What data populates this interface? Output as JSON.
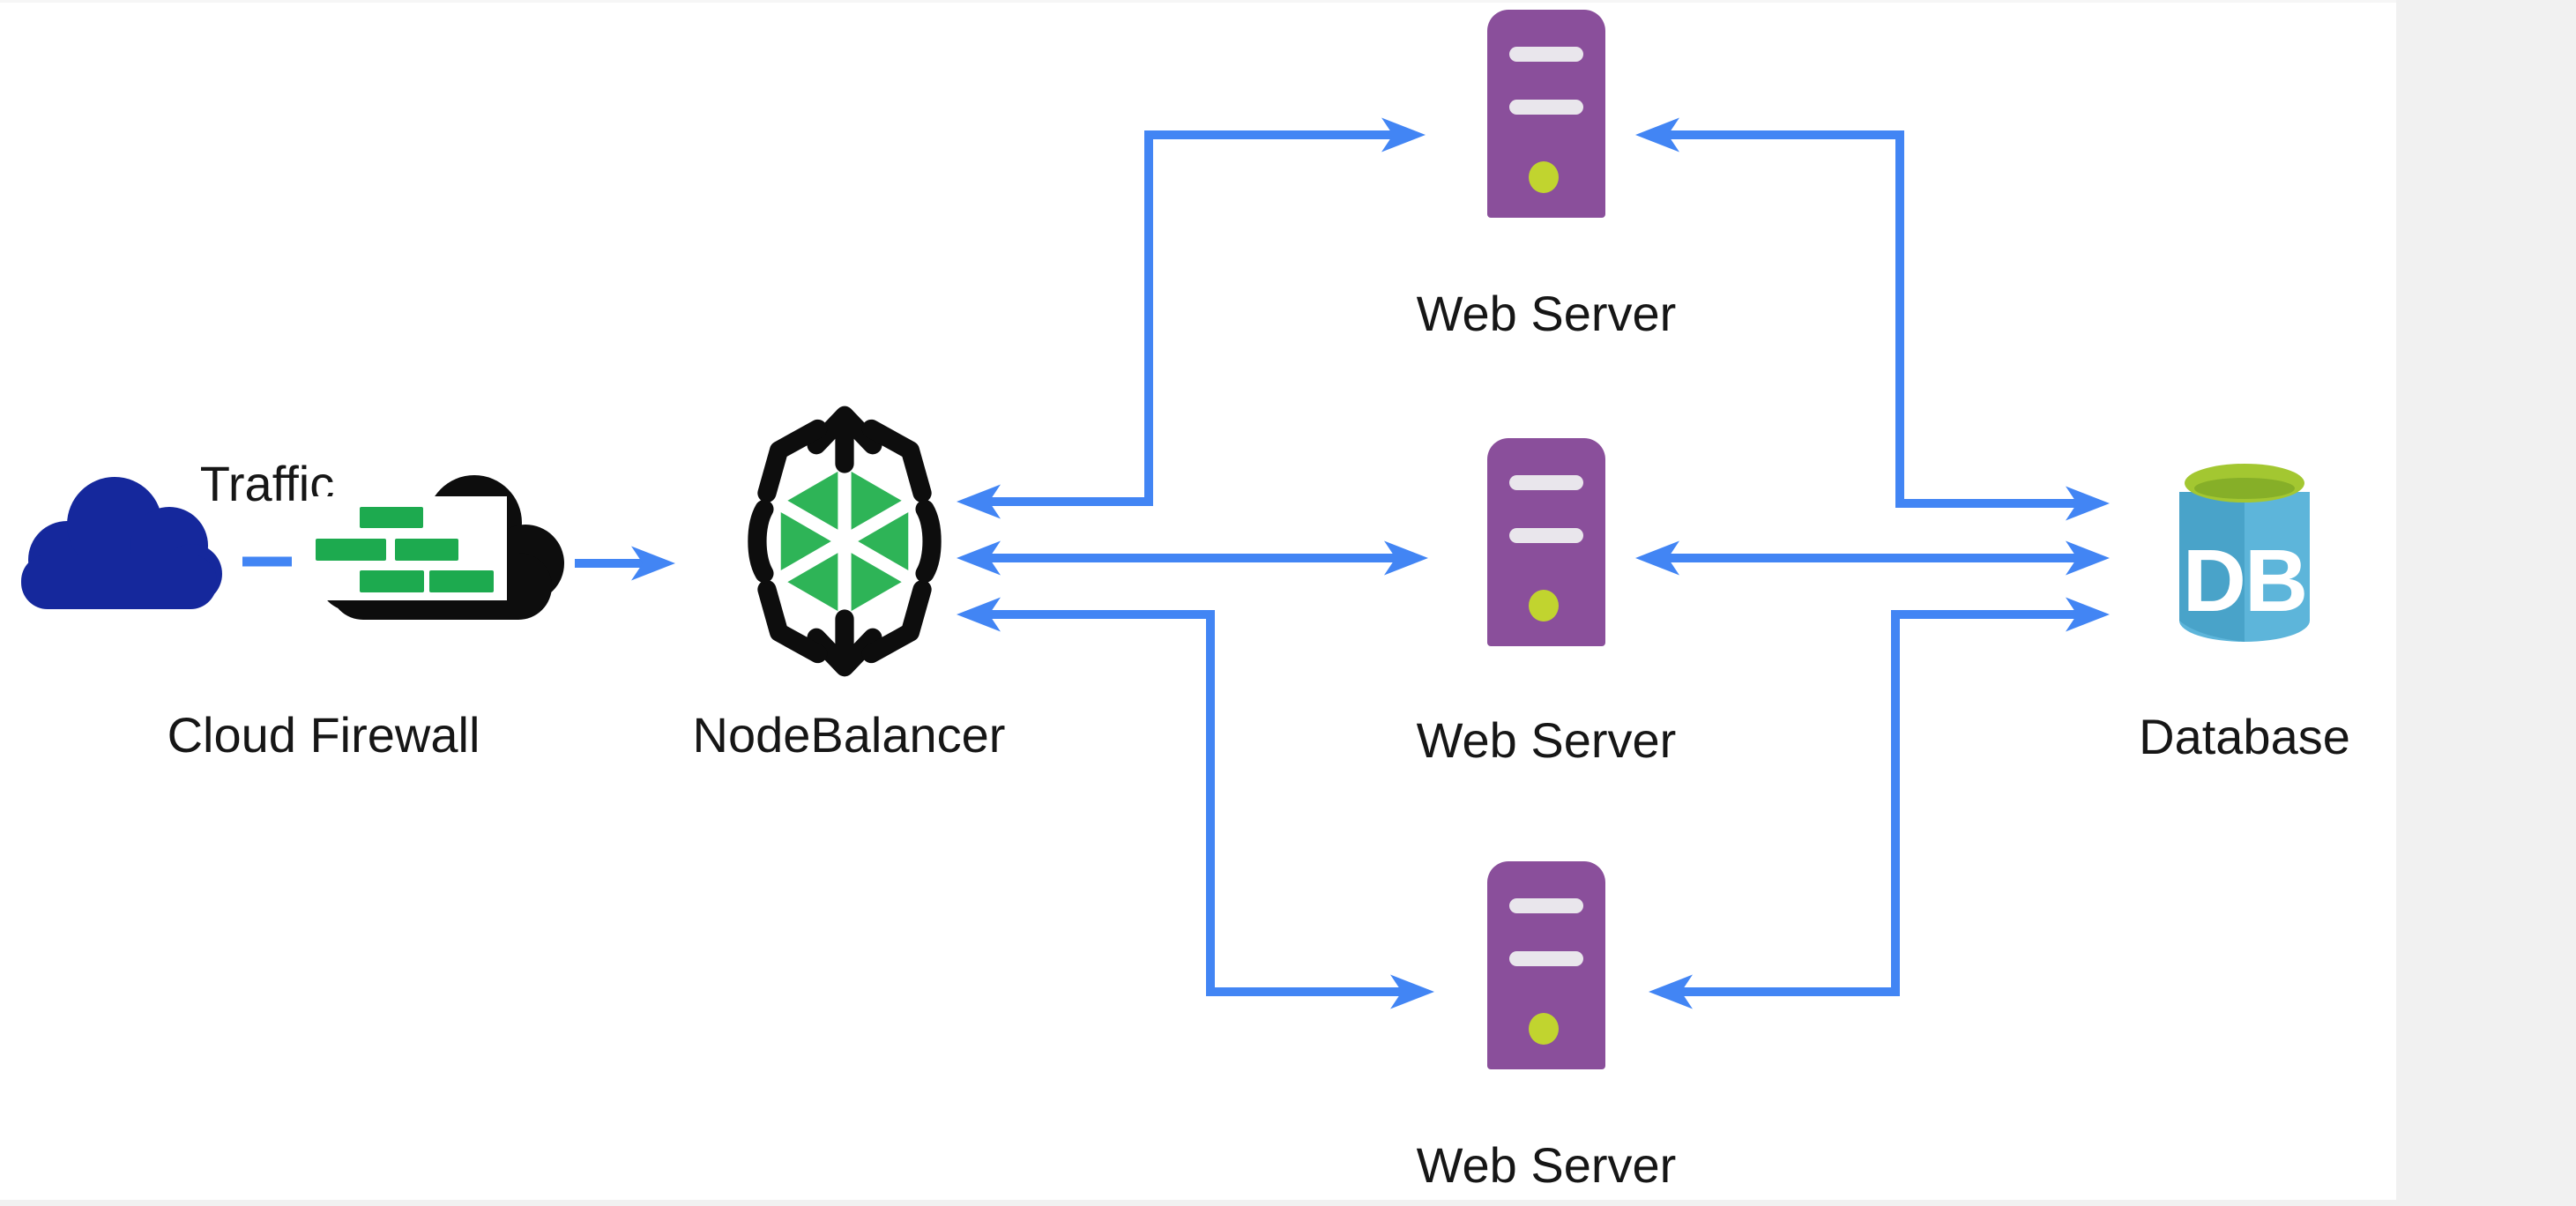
{
  "diagram": {
    "type": "network-architecture-diagram",
    "labels": {
      "traffic": "Traffic",
      "cloud_firewall": "Cloud Firewall",
      "nodebalancer": "NodeBalancer",
      "web_server_top": "Web Server",
      "web_server_middle": "Web Server",
      "web_server_bottom": "Web Server",
      "database": "Database",
      "database_icon_text": "DB"
    },
    "connections": [
      {
        "from": "Traffic",
        "to": "Cloud Firewall",
        "style": "dashed"
      },
      {
        "from": "Cloud Firewall",
        "to": "NodeBalancer",
        "style": "arrow"
      },
      {
        "from": "NodeBalancer",
        "to": "Web Server (top)",
        "style": "double-arrow"
      },
      {
        "from": "NodeBalancer",
        "to": "Web Server (middle)",
        "style": "double-arrow"
      },
      {
        "from": "NodeBalancer",
        "to": "Web Server (bottom)",
        "style": "double-arrow"
      },
      {
        "from": "Web Server (top)",
        "to": "Database",
        "style": "double-arrow"
      },
      {
        "from": "Web Server (middle)",
        "to": "Database",
        "style": "double-arrow"
      },
      {
        "from": "Web Server (bottom)",
        "to": "Database",
        "style": "double-arrow"
      }
    ],
    "colors": {
      "canvas": "#ffffff",
      "outer": "#f1f1f1",
      "arrow": "#4285f4",
      "traffic_cloud": "#15289c",
      "firewall_cloud": "#0d0d0d",
      "brick_green": "#1daa4f",
      "brick_panel": "#ffffff",
      "nodebalancer_green": "#2eb457",
      "nodebalancer_black": "#0d0d0d",
      "nodebalancer_gap": "#ffffff",
      "server_purple": "#8a4f9b",
      "server_slot": "#e9e6ec",
      "server_led": "#c1d42f",
      "db_base": "#ffffff",
      "db_body_light": "#5db5da",
      "db_body_dark": "#49a3c9",
      "db_top_green": "#a3c731",
      "db_top_inner": "#86af28",
      "db_text": "#ffffff",
      "label_text": "#161616"
    }
  }
}
